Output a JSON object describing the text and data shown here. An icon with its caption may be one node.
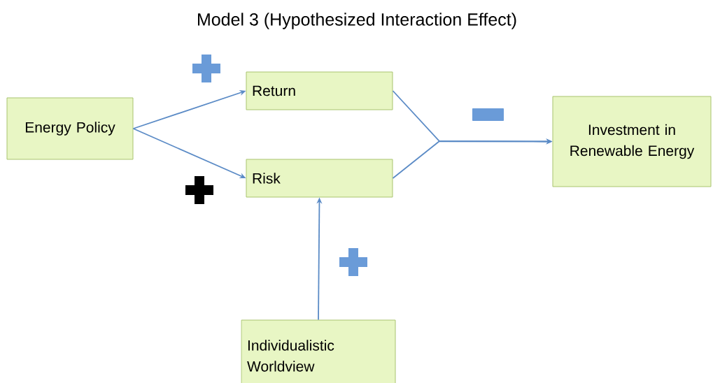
{
  "diagram": {
    "title": "Model 3 (Hypothesized Interaction Effect)",
    "nodes": [
      {
        "text": [
          "Energy Policy"
        ]
      },
      {
        "text": [
          "Return"
        ]
      },
      {
        "text": [
          "Risk"
        ]
      },
      {
        "text": [
          "Investment in Renewable Energy"
        ]
      },
      {
        "text": [
          "Individualistic Worldview"
        ]
      }
    ],
    "edges": [
      {
        "from": 0,
        "to": 1,
        "arrow": "to"
      },
      {
        "from": 0,
        "to": 2,
        "arrow": "to"
      },
      {
        "from": 1,
        "to": 3,
        "arrow": "to"
      },
      {
        "from": 2,
        "to": 3,
        "arrow": "to"
      },
      {
        "from": 4,
        "to": 2,
        "arrow": "to"
      }
    ]
  }
}
